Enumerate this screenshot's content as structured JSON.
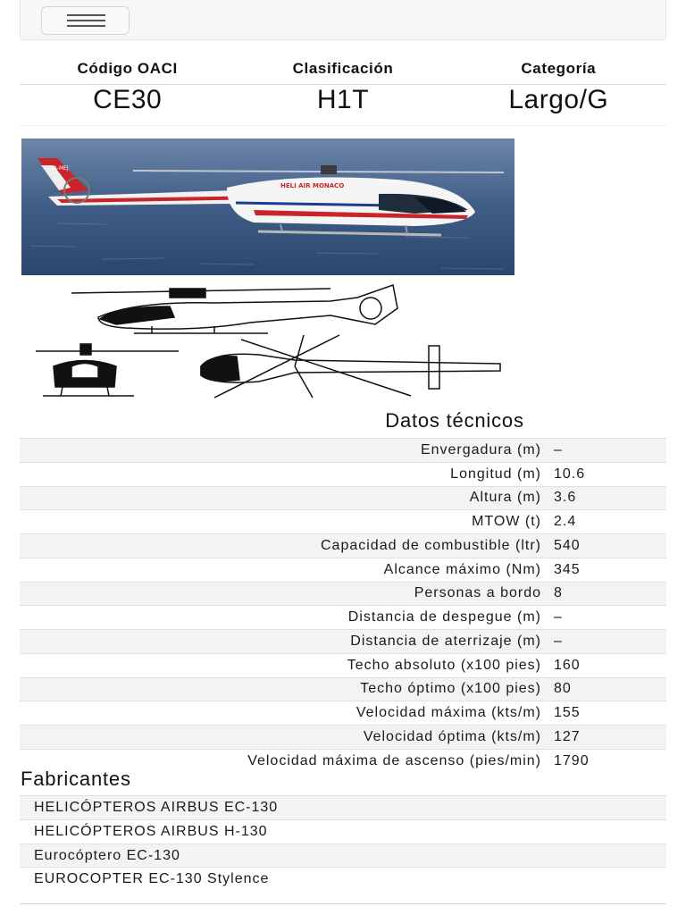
{
  "identification": {
    "headers": [
      "Código OACI",
      "Clasificación",
      "Categoría"
    ],
    "values": [
      "CE30",
      "H1T",
      "Largo/G"
    ]
  },
  "photo": {
    "registration": "3A-MEJ",
    "livery": "HELI AIR MONACO"
  },
  "tech": {
    "title": "Datos técnicos",
    "rows": [
      {
        "label": "Envergadura (m)",
        "value": "–"
      },
      {
        "label": "Longitud (m)",
        "value": "10.6"
      },
      {
        "label": "Altura (m)",
        "value": "3.6"
      },
      {
        "label": "MTOW (t)",
        "value": "2.4"
      },
      {
        "label": "Capacidad de combustible (ltr)",
        "value": "540"
      },
      {
        "label": "Alcance máximo (Nm)",
        "value": "345"
      },
      {
        "label": "Personas a bordo",
        "value": "8"
      },
      {
        "label": "Distancia de despegue (m)",
        "value": "–"
      },
      {
        "label": "Distancia de aterrizaje (m)",
        "value": "–"
      },
      {
        "label": "Techo absoluto (x100 pies)",
        "value": "160"
      },
      {
        "label": "Techo óptimo (x100 pies)",
        "value": "80"
      },
      {
        "label": "Velocidad máxima (kts/m)",
        "value": "155"
      },
      {
        "label": "Velocidad óptima (kts/m)",
        "value": "127"
      },
      {
        "label": "Velocidad máxima de ascenso (pies/min)",
        "value": "1790"
      }
    ]
  },
  "manufacturers": {
    "title": "Fabricantes",
    "items": [
      "HELICÓPTEROS AIRBUS EC-130",
      "HELICÓPTEROS AIRBUS H-130",
      "Eurocóptero EC-130",
      "EUROCOPTER EC-130 Stylence"
    ]
  }
}
